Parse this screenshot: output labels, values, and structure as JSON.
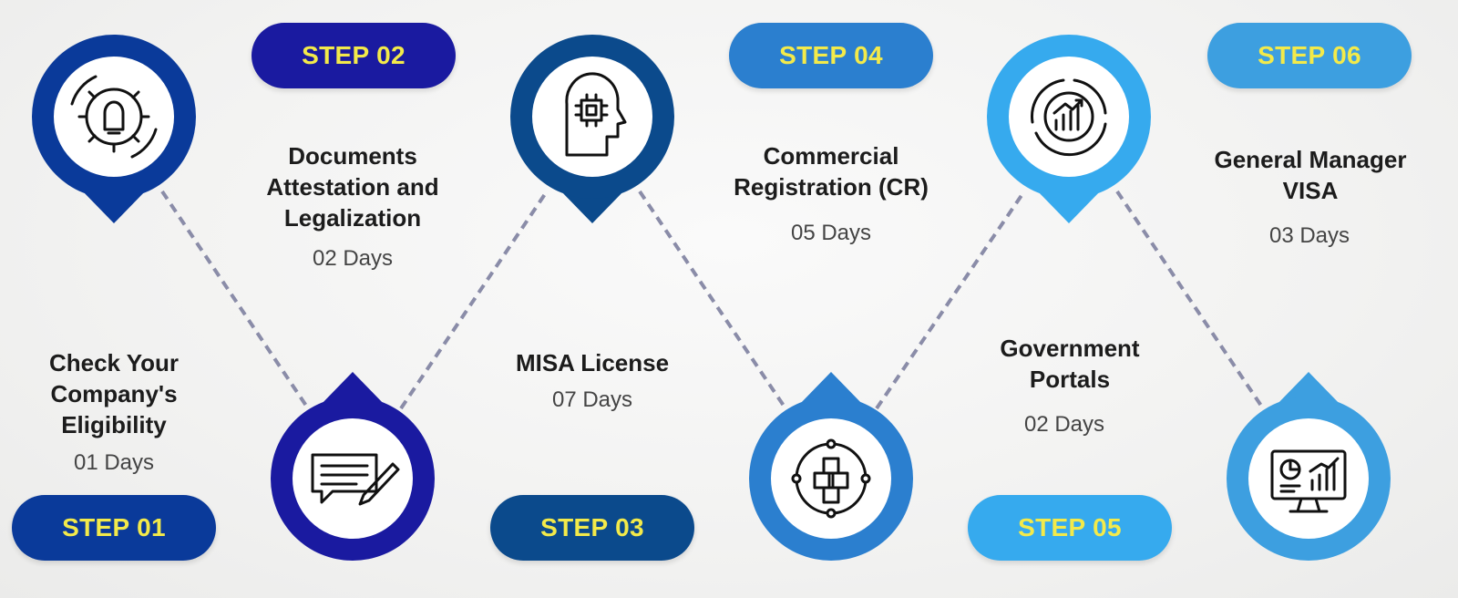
{
  "steps": [
    {
      "step": "STEP 01",
      "title": [
        "Check Your",
        "Company's",
        "Eligibility"
      ],
      "days": "01 Days",
      "color": "#0a3a9a",
      "icon": "innovation-gear-bulb-icon"
    },
    {
      "step": "STEP 02",
      "title": [
        "Documents",
        "Attestation and",
        "Legalization"
      ],
      "days": "02 Days",
      "color": "#1a1aa0",
      "icon": "document-edit-icon"
    },
    {
      "step": "STEP 03",
      "title": [
        "MISA License"
      ],
      "days": "07 Days",
      "color": "#0b4a8c",
      "icon": "ai-head-chip-icon"
    },
    {
      "step": "STEP 04",
      "title": [
        "Commercial",
        "Registration (CR)"
      ],
      "days": "05 Days",
      "color": "#2b7fcf",
      "icon": "blocks-network-icon"
    },
    {
      "step": "STEP 05",
      "title": [
        "Government",
        "Portals"
      ],
      "days": "02 Days",
      "color": "#36aaee",
      "icon": "chart-growth-icon"
    },
    {
      "step": "STEP 06",
      "title": [
        "General Manager",
        "VISA"
      ],
      "days": "03 Days",
      "color": "#3d9fe0",
      "icon": "monitor-analytics-icon"
    }
  ],
  "colors": {
    "step_text": "#f3ea4a",
    "connector": "#8a8ca8"
  }
}
